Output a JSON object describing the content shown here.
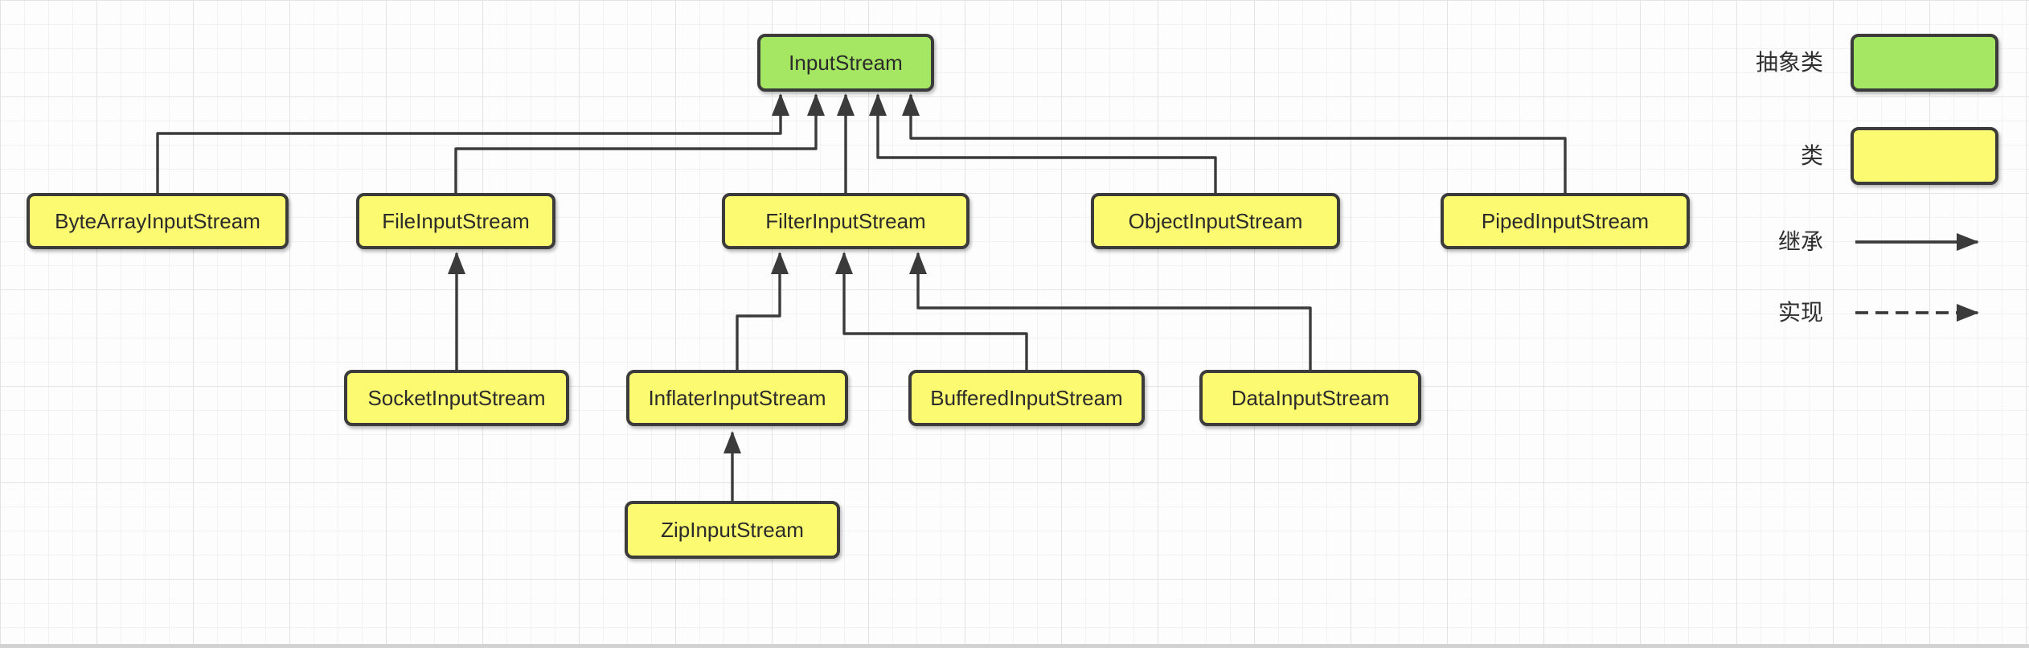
{
  "nodes": [
    {
      "label": "InputStream",
      "type": "abstract"
    },
    {
      "label": "ByteArrayInputStream",
      "type": "class"
    },
    {
      "label": "FileInputStream",
      "type": "class"
    },
    {
      "label": "FilterInputStream",
      "type": "class"
    },
    {
      "label": "ObjectInputStream",
      "type": "class"
    },
    {
      "label": "PipedInputStream",
      "type": "class"
    },
    {
      "label": "SocketInputStream",
      "type": "class"
    },
    {
      "label": "InflaterInputStream",
      "type": "class"
    },
    {
      "label": "BufferedInputStream",
      "type": "class"
    },
    {
      "label": "DataInputStream",
      "type": "class"
    },
    {
      "label": "ZipInputStream",
      "type": "class"
    }
  ],
  "edges": [
    {
      "from": "ByteArrayInputStream",
      "to": "InputStream",
      "type": "inheritance"
    },
    {
      "from": "FileInputStream",
      "to": "InputStream",
      "type": "inheritance"
    },
    {
      "from": "FilterInputStream",
      "to": "InputStream",
      "type": "inheritance"
    },
    {
      "from": "ObjectInputStream",
      "to": "InputStream",
      "type": "inheritance"
    },
    {
      "from": "PipedInputStream",
      "to": "InputStream",
      "type": "inheritance"
    },
    {
      "from": "SocketInputStream",
      "to": "FileInputStream",
      "type": "inheritance"
    },
    {
      "from": "InflaterInputStream",
      "to": "FilterInputStream",
      "type": "inheritance"
    },
    {
      "from": "BufferedInputStream",
      "to": "FilterInputStream",
      "type": "inheritance"
    },
    {
      "from": "DataInputStream",
      "to": "FilterInputStream",
      "type": "inheritance"
    },
    {
      "from": "ZipInputStream",
      "to": "InflaterInputStream",
      "type": "inheritance"
    }
  ],
  "legend": {
    "items": [
      {
        "label": "抽象类",
        "meaning": "abstract-class",
        "swatch": "green-box"
      },
      {
        "label": "类",
        "meaning": "class",
        "swatch": "yellow-box"
      },
      {
        "label": "继承",
        "meaning": "inheritance",
        "swatch": "solid-arrow"
      },
      {
        "label": "实现",
        "meaning": "implementation",
        "swatch": "dashed-arrow"
      }
    ]
  },
  "colors": {
    "abstract_fill": "#a5e663",
    "class_fill": "#fbfa70",
    "outline": "#3b3b3b",
    "connector": "#3b3b3b",
    "background": "#fdfdfd"
  }
}
